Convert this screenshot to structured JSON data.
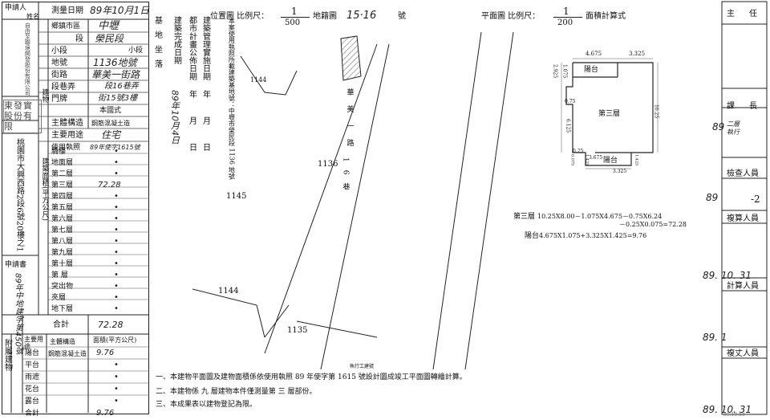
{
  "left_table": {
    "header_applicant": "申請人",
    "header_name": "姓名",
    "survey_date_label": "測量日期",
    "survey_date": "89年10月1日",
    "owner_vertical": "自由至聯境開發股份有限公司",
    "office_label": "鄉鎮市區",
    "office_value": "中壢",
    "section_label": "段",
    "section_value": "榮民段",
    "subsection_label": "小段",
    "subsection_value": "小段",
    "lot_label": "地號",
    "lot_value": "1136地號",
    "street_label": "街路",
    "street_value": "華美一街路",
    "lane_label": "段巷弄",
    "lane_value": "段16巷弄",
    "number_label": "門牌",
    "number_value": "街15號3樓",
    "building_label": "建物",
    "building_type": "本國式",
    "structure_label": "主體構造",
    "structure_value": "鋼筋混凝土造",
    "use_label": "主要用途",
    "use_value": "住宅",
    "permit_label": "使用執照",
    "permit_value": "89年使字1615號",
    "seal_text": "東發實股份有限",
    "address_vertical": "桃園市大興西路2段6號20樓之1",
    "area_col_vertical": "建築面積(平方公尺)",
    "floors": [
      {
        "name": "騎樓",
        "value": "•"
      },
      {
        "name": "地面層",
        "value": "•"
      },
      {
        "name": "第二層",
        "value": "•"
      },
      {
        "name": "第三層",
        "value": "72.28"
      },
      {
        "name": "第四層",
        "value": "•"
      },
      {
        "name": "第五層",
        "value": "•"
      },
      {
        "name": "第六層",
        "value": "•"
      },
      {
        "name": "第七層",
        "value": "•"
      },
      {
        "name": "第八層",
        "value": "•"
      },
      {
        "name": "第九層",
        "value": "•"
      },
      {
        "name": "第十層",
        "value": "•"
      },
      {
        "name": "第 層",
        "value": "•"
      },
      {
        "name": "突出物",
        "value": "•"
      },
      {
        "name": "夾層",
        "value": "•"
      },
      {
        "name": "地下層",
        "value": "•"
      }
    ],
    "total_label": "合計",
    "total_value": "72.28",
    "apply_label": "申請書",
    "apply_number_vertical": "89年中地建字第450號",
    "attached_header": [
      "主要用途",
      "主體構造",
      "面積(平方公尺)"
    ],
    "attached_rows": [
      {
        "name": "陽台",
        "structure": "鋼筋混凝土造",
        "value": "9.76"
      },
      {
        "name": "平台",
        "structure": "",
        "value": "•"
      },
      {
        "name": "雨遮",
        "structure": "",
        "value": "•"
      },
      {
        "name": "花台",
        "structure": "",
        "value": "•"
      },
      {
        "name": "露台",
        "structure": "",
        "value": "•"
      },
      {
        "name": "合計",
        "structure": "",
        "value": "9.76"
      }
    ],
    "attached_side": "附屬建物"
  },
  "middle": {
    "base_vertical": "基地坐落",
    "permit_vertical": "建築管理實施日期",
    "plan_vertical": "都市計畫公佈日期",
    "complete_vertical": "建築完成日期",
    "year_month_day": "年 月 日",
    "handwritten_date": "89年10月4日",
    "lot_desc_vertical": "本案使用執照所載建築基地號：中壢市榮民段 1136 地號"
  },
  "location_map": {
    "header_label": "位置圖 比例尺：",
    "scale_num": "1",
    "scale_den": "500",
    "sheet_label": "地籍圖",
    "sheet_value": "15·16",
    "sheet_suffix": "號",
    "lots": [
      "1144",
      "1136",
      "1145",
      "1144",
      "1135"
    ],
    "street": "華美一路",
    "lane": "16巷"
  },
  "floor_plan": {
    "header_label": "平面圖 比例尺：",
    "scale_num": "1",
    "scale_den": "200",
    "calc_label": "面積計算式",
    "room_label": "第三層",
    "balcony_top": "陽台",
    "balcony_bottom": "陽台",
    "dims": [
      "4.675",
      "3.325",
      "2.925",
      "1.075",
      "0.75",
      "6.125",
      "10.25",
      "0.25",
      "3.675",
      "1.425",
      "3.325",
      "1.425",
      "0.075"
    ],
    "formula_floor_label": "第三層",
    "formula_floor": "10.25X8.00－1.075X4.675－0.75X6.24",
    "formula_floor2": "－0.25X0.075=72.28",
    "formula_balcony_label": "陽台",
    "formula_balcony": "4.675X1.075+3.325X1.425=9.76"
  },
  "notes": [
    "一、本建物平面圖及建物面積係依使用執照 89 年使字第 1615 號設計圖成竣工平面圖轉繪計算。",
    "二、本建物係 九 層建物本件僅測量第 三 層部份。",
    "三、本成果表以建物登記為限。"
  ],
  "notes_small": "執行工建號",
  "right_column": {
    "r1": "主任",
    "r2": "課長",
    "r2_note": "二層執行",
    "r3": "檢查人員",
    "r4": "複算人員",
    "r5": "計算人員",
    "r6": "複丈人員",
    "date1": "89",
    "date2": "89",
    "date3": "89. 10. 31",
    "date4": "89. 1",
    "date5": "89. 10. 31",
    "side_mark": "-2"
  },
  "footer_code": "89.10.88"
}
